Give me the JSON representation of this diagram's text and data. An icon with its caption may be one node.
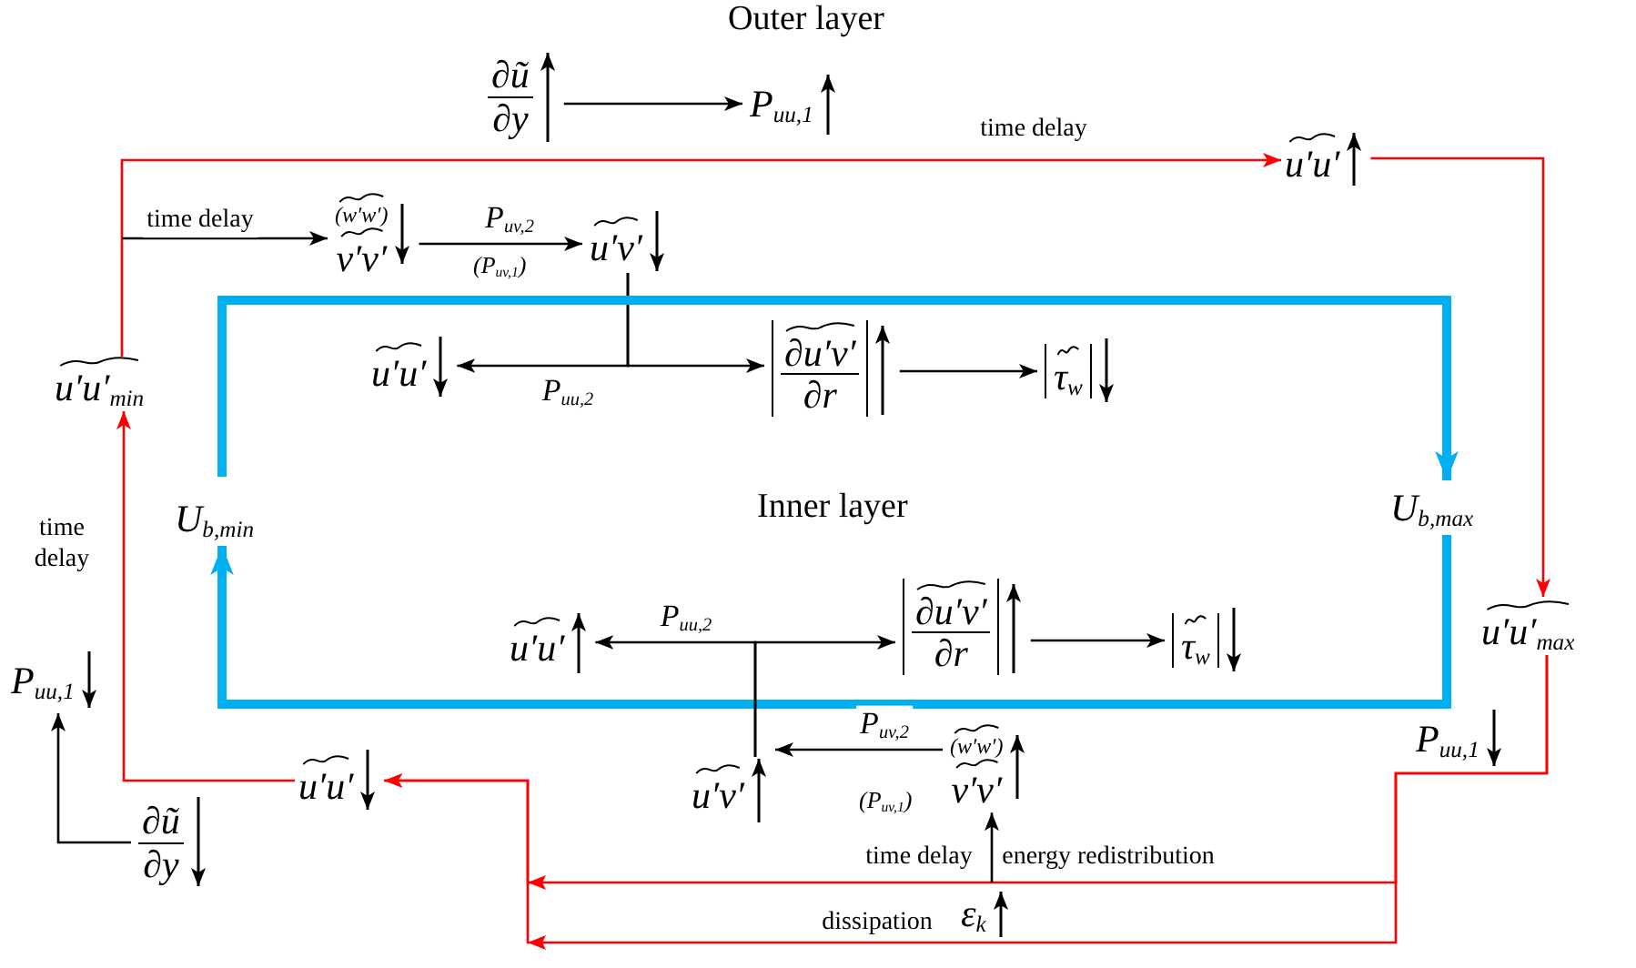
{
  "diagram": {
    "nodes": [
      {
        "text": [
          "∂ũ",
          "∂y"
        ]
      },
      {
        "text": [
          "P$_{uu,1}$"
        ]
      },
      {
        "text": [
          "u′u′"
        ]
      },
      {
        "text": [
          "(w′w′)",
          "v′v′"
        ]
      },
      {
        "text": [
          "u′v′"
        ]
      },
      {
        "text": [
          "u′u′$_{min}$"
        ]
      },
      {
        "text": [
          "U$_{b,min}$"
        ]
      },
      {
        "text": [
          "u′u′"
        ]
      },
      {
        "text": [
          "∂u′v′",
          "∂r"
        ]
      },
      {
        "text": [
          "τ$_{w}$"
        ]
      },
      {
        "text": [
          "U$_{b,max}$"
        ]
      },
      {
        "text": [
          "u′u′$_{max}$"
        ]
      },
      {
        "text": [
          "u′u′"
        ]
      },
      {
        "text": [
          "∂u′v′",
          "∂r"
        ]
      },
      {
        "text": [
          "τ$_{w}$"
        ]
      },
      {
        "text": [
          "P$_{uu,1}$"
        ]
      },
      {
        "text": [
          "∂ũ",
          "∂y"
        ]
      },
      {
        "text": [
          "u′u′"
        ]
      },
      {
        "text": [
          "u′v′"
        ]
      },
      {
        "text": [
          "(w′w′)",
          "v′v′"
        ]
      }
    ],
    "edges": [
      {
        "from": 0,
        "to": 1,
        "arrow": "to"
      },
      {
        "from": 5,
        "to": 2,
        "arrow": "to",
        "label": "time delay",
        "color": "#ff0000"
      },
      {
        "from": null,
        "to": 3,
        "arrow": "to",
        "label": "time delay"
      },
      {
        "from": 3,
        "to": 4,
        "arrow": "to",
        "label": "P$_{uv,2}$"
      },
      {
        "from": 4,
        "to": 7,
        "arrow": "to",
        "label": "P$_{uu,2}$"
      },
      {
        "from": 4,
        "to": 8,
        "arrow": "to"
      },
      {
        "from": 8,
        "to": 9,
        "arrow": "to"
      },
      {
        "from": 2,
        "to": 11,
        "arrow": "to",
        "color": "#ff0000"
      },
      {
        "from": 6,
        "to": 10,
        "arrow": "to",
        "style": "thick",
        "color": "#00b0f0"
      },
      {
        "from": 10,
        "to": 6,
        "arrow": "to",
        "style": "thick",
        "color": "#00b0f0"
      },
      {
        "from": 18,
        "to": 12,
        "arrow": "to",
        "label": "P$_{uu,2}$"
      },
      {
        "from": 18,
        "to": 13,
        "arrow": "to"
      },
      {
        "from": 13,
        "to": 14,
        "arrow": "to"
      },
      {
        "from": 19,
        "to": 18,
        "arrow": "to",
        "label": "P$_{uv,2}$"
      },
      {
        "from": 11,
        "to": 17,
        "arrow": "to",
        "label": "time delay",
        "color": "#ff0000"
      },
      {
        "from": 11,
        "to": 17,
        "arrow": "to",
        "label": "dissipation",
        "color": "#ff0000"
      },
      {
        "from": null,
        "to": 19,
        "arrow": "to",
        "label": "energy redistribution"
      },
      {
        "from": 17,
        "to": 5,
        "arrow": "to",
        "label": "time delay",
        "color": "#ff0000"
      },
      {
        "from": 16,
        "to": 15,
        "arrow": "to"
      }
    ],
    "labels": [
      "Outer layer",
      "(P$_{uv,1}$)",
      "Inner layer",
      "P$_{uu,1}$",
      "(P$_{uv,1}$)",
      "ε$_{k}$"
    ]
  }
}
